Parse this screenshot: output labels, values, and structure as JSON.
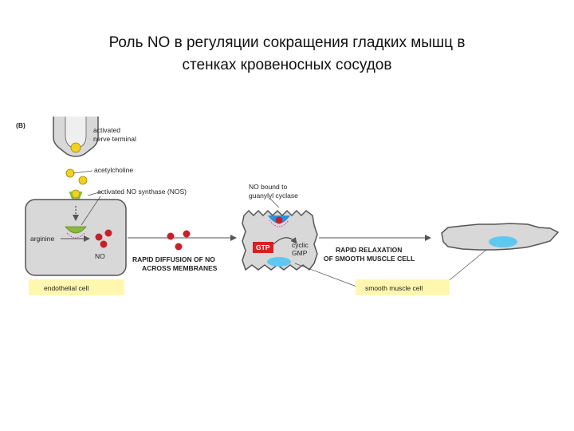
{
  "slide": {
    "title_line1": "Роль NO в регуляции сокращения гладких мышц в",
    "title_line2": "стенках кровеносных сосудов"
  },
  "diagram": {
    "panel_label": "(B)",
    "nerve_terminal_label_1": "activated",
    "nerve_terminal_label_2": "nerve terminal",
    "acetylcholine_label": "acetylcholine",
    "nos_label": "activated NO synthase (NOS)",
    "arginine_label": "arginine",
    "no_label": "NO",
    "diffusion_label_1": "RAPID DIFFUSION OF NO",
    "diffusion_label_2": "ACROSS MEMBRANES",
    "endothelial_cell_label": "endothelial cell",
    "no_bound_label_1": "NO bound to",
    "no_bound_label_2": "guanylyl cyclase",
    "gtp_label": "GTP",
    "cyclic_gmp_label_1": "cyclic",
    "cyclic_gmp_label_2": "GMP",
    "relaxation_label_1": "RAPID RELAXATION",
    "relaxation_label_2": "OF SMOOTH MUSCLE CELL",
    "smooth_muscle_cell_label": "smooth muscle cell",
    "colors": {
      "acetylcholine": "#f0d020",
      "no_molecule": "#c8202a",
      "enzyme": "#8ab83a",
      "cell_fill": "#d8d8d8",
      "label_box": "#fff7b0",
      "gtp_box": "#d81e26",
      "nucleus": "#5ec8f0"
    }
  }
}
